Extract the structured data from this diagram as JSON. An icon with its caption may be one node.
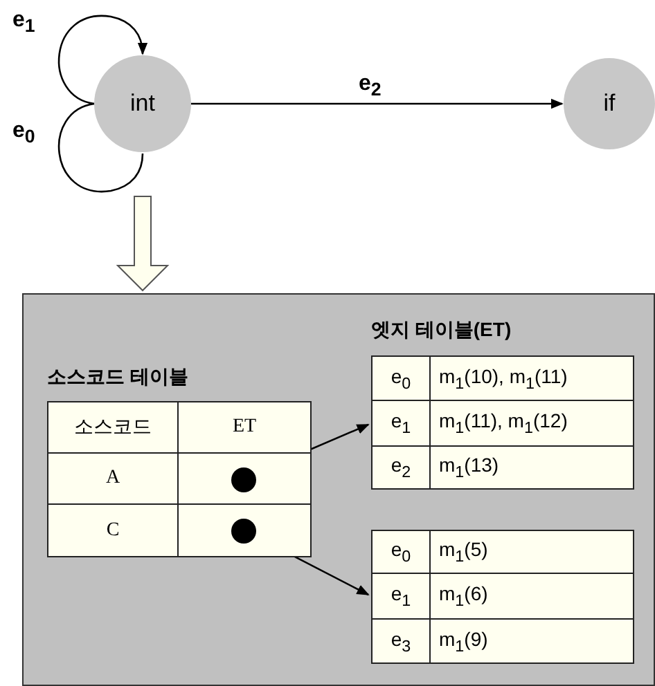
{
  "diagram": {
    "nodes": [
      {
        "text": [
          "int"
        ]
      },
      {
        "text": [
          "if"
        ]
      },
      {
        "text": [],
        "shape": "box"
      },
      {
        "text": [
          "소스코드 테이블"
        ],
        "in": 2
      },
      {
        "text": [],
        "shape": "circle",
        "in": 3
      },
      {
        "text": [],
        "shape": "circle",
        "in": 3
      },
      {
        "text": [
          "엣지 테이블(ET)"
        ],
        "in": 2
      },
      {
        "text": [],
        "shape": "box",
        "in": 2
      }
    ],
    "edges": [
      {
        "from": 0,
        "to": 0,
        "arrow": "to",
        "label": "e$_{1}$"
      },
      {
        "from": 0,
        "to": 0,
        "arrow": "none",
        "label": "e$_{0}$"
      },
      {
        "from": 0,
        "to": 1,
        "arrow": "to",
        "label": "e$_{2}$"
      },
      {
        "from": 0,
        "to": 2,
        "arrow": "to",
        "style": "thick"
      },
      {
        "from": 4,
        "to": 6,
        "arrow": "to"
      },
      {
        "from": 5,
        "to": 7,
        "arrow": "to"
      }
    ],
    "labels": [
      "소스코드",
      "ET",
      "A",
      "C",
      "e$_{0}$",
      "m$_{1}$(10), m$_{1}$(11)",
      "e$_{1}$",
      "m$_{1}$(11), m$_{1}$(12)",
      "e$_{2}$",
      "m$_{1}$(13)",
      "e$_{0}$",
      "m$_{1}$(5)",
      "e$_{1}$",
      "m$_{1}$(6)",
      "e$_{3}$",
      "m$_{1}$(9)"
    ]
  }
}
